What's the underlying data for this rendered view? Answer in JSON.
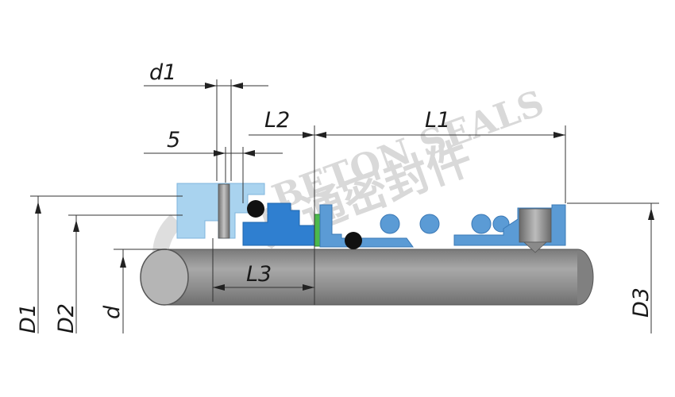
{
  "watermark": {
    "brand_text": "BETON SEALS",
    "chinese_text": "贝通密封件"
  },
  "dimensions": {
    "d1": "d1",
    "five": "5",
    "L2": "L2",
    "L1": "L1",
    "L3": "L3",
    "D1": "D1",
    "D2": "D2",
    "d": "d",
    "D3": "D3"
  },
  "colors": {
    "light_blue": "#a9d3ef",
    "mid_blue": "#5b9bd5",
    "dark_blue": "#2f7fd0",
    "green": "#4cb94c",
    "shaft_gray": "#909090",
    "pin_gray": "#9a9a9a",
    "o_ring_black": "#111111"
  }
}
